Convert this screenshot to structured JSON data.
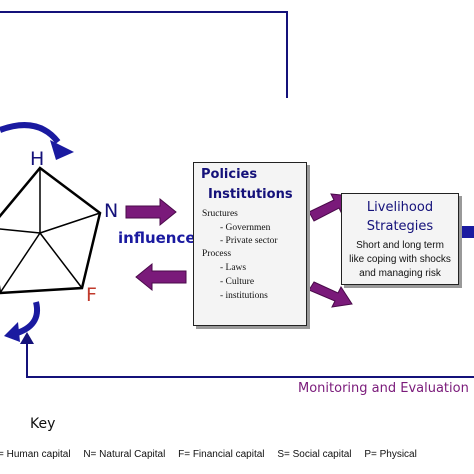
{
  "diagram": {
    "pentagon_labels": {
      "h": "H",
      "n": "N",
      "f": "F"
    },
    "influence_label": "influence",
    "policies_box": {
      "title_line1": "Policies",
      "title_line2": "Institutions",
      "items": [
        "Sructures",
        "-      Governmen",
        "-      Private sector",
        "Process",
        "-      Laws",
        "-      Culture",
        "-      institutions"
      ]
    },
    "livelihood_box": {
      "title_line1": "Livelihood",
      "title_line2": "Strategies",
      "desc_line1": "Short and long term",
      "desc_line2": "like coping with shocks",
      "desc_line3": "and managing risk"
    },
    "monitoring_label": "Monitoring and Evaluation",
    "key": {
      "title": "Key",
      "entries": [
        "= Human capital",
        "N= Natural Capital",
        "F= Financial capital",
        "S= Social capital",
        "P= Physical"
      ]
    },
    "colors": {
      "feedback_line": "#14117a",
      "curved_arrows": "#1a1aa0",
      "block_arrows": "#7a1a7a",
      "labels": "#14117a"
    }
  }
}
